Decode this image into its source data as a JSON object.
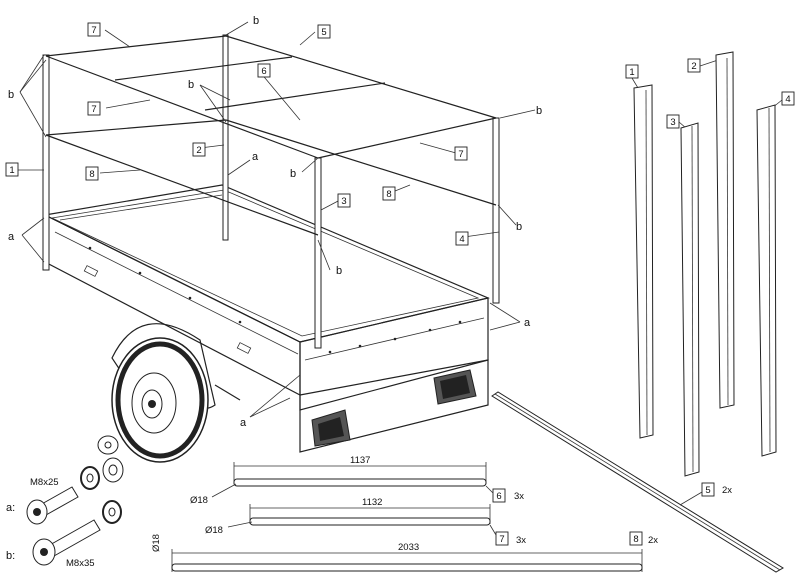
{
  "labels": {
    "callout_a": "a",
    "callout_b": "b",
    "fastener_a_prefix": "a:",
    "fastener_b_prefix": "b:",
    "bolt_a_size": "M8x25",
    "bolt_b_size": "M8x35"
  },
  "parts": [
    {
      "id": "1",
      "name": "1"
    },
    {
      "id": "2",
      "name": "2"
    },
    {
      "id": "3",
      "name": "3"
    },
    {
      "id": "4",
      "name": "4"
    },
    {
      "id": "5",
      "name": "5"
    },
    {
      "id": "6",
      "name": "6"
    },
    {
      "id": "7",
      "name": "7"
    },
    {
      "id": "8",
      "name": "8"
    }
  ],
  "rods": [
    {
      "part": "6",
      "length": "1137",
      "diameter": "Ø18",
      "qty": "3x"
    },
    {
      "part": "7",
      "length": "1132",
      "diameter": "Ø18",
      "qty": "3x"
    },
    {
      "part": "8",
      "length": "2033",
      "diameter": "Ø18",
      "qty": "2x"
    }
  ],
  "part5_qty": "2x"
}
